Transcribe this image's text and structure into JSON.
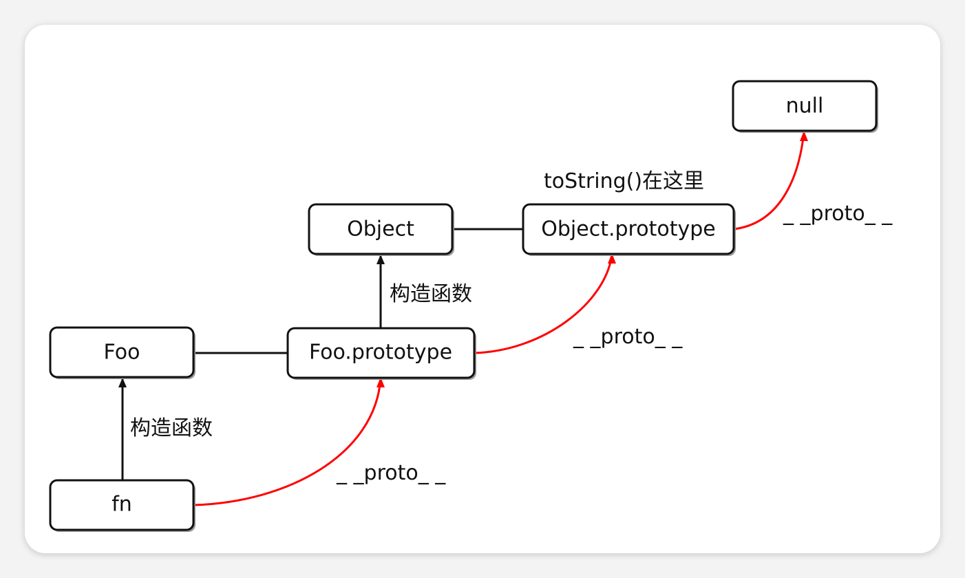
{
  "nodes": {
    "null": "null",
    "object": "Object",
    "object_prototype": "Object.prototype",
    "foo": "Foo",
    "foo_prototype": "Foo.prototype",
    "fn": "fn"
  },
  "labels": {
    "tostring_note": "toString()在这里",
    "constructor_upper": "构造函数",
    "constructor_lower": "构造函数",
    "proto_top": "_ _proto_ _",
    "proto_middle": "_ _proto_ _",
    "proto_bottom": "_ _proto_ _"
  },
  "colors": {
    "proto_link": "#ff0000",
    "constructor_link": "#111111"
  }
}
